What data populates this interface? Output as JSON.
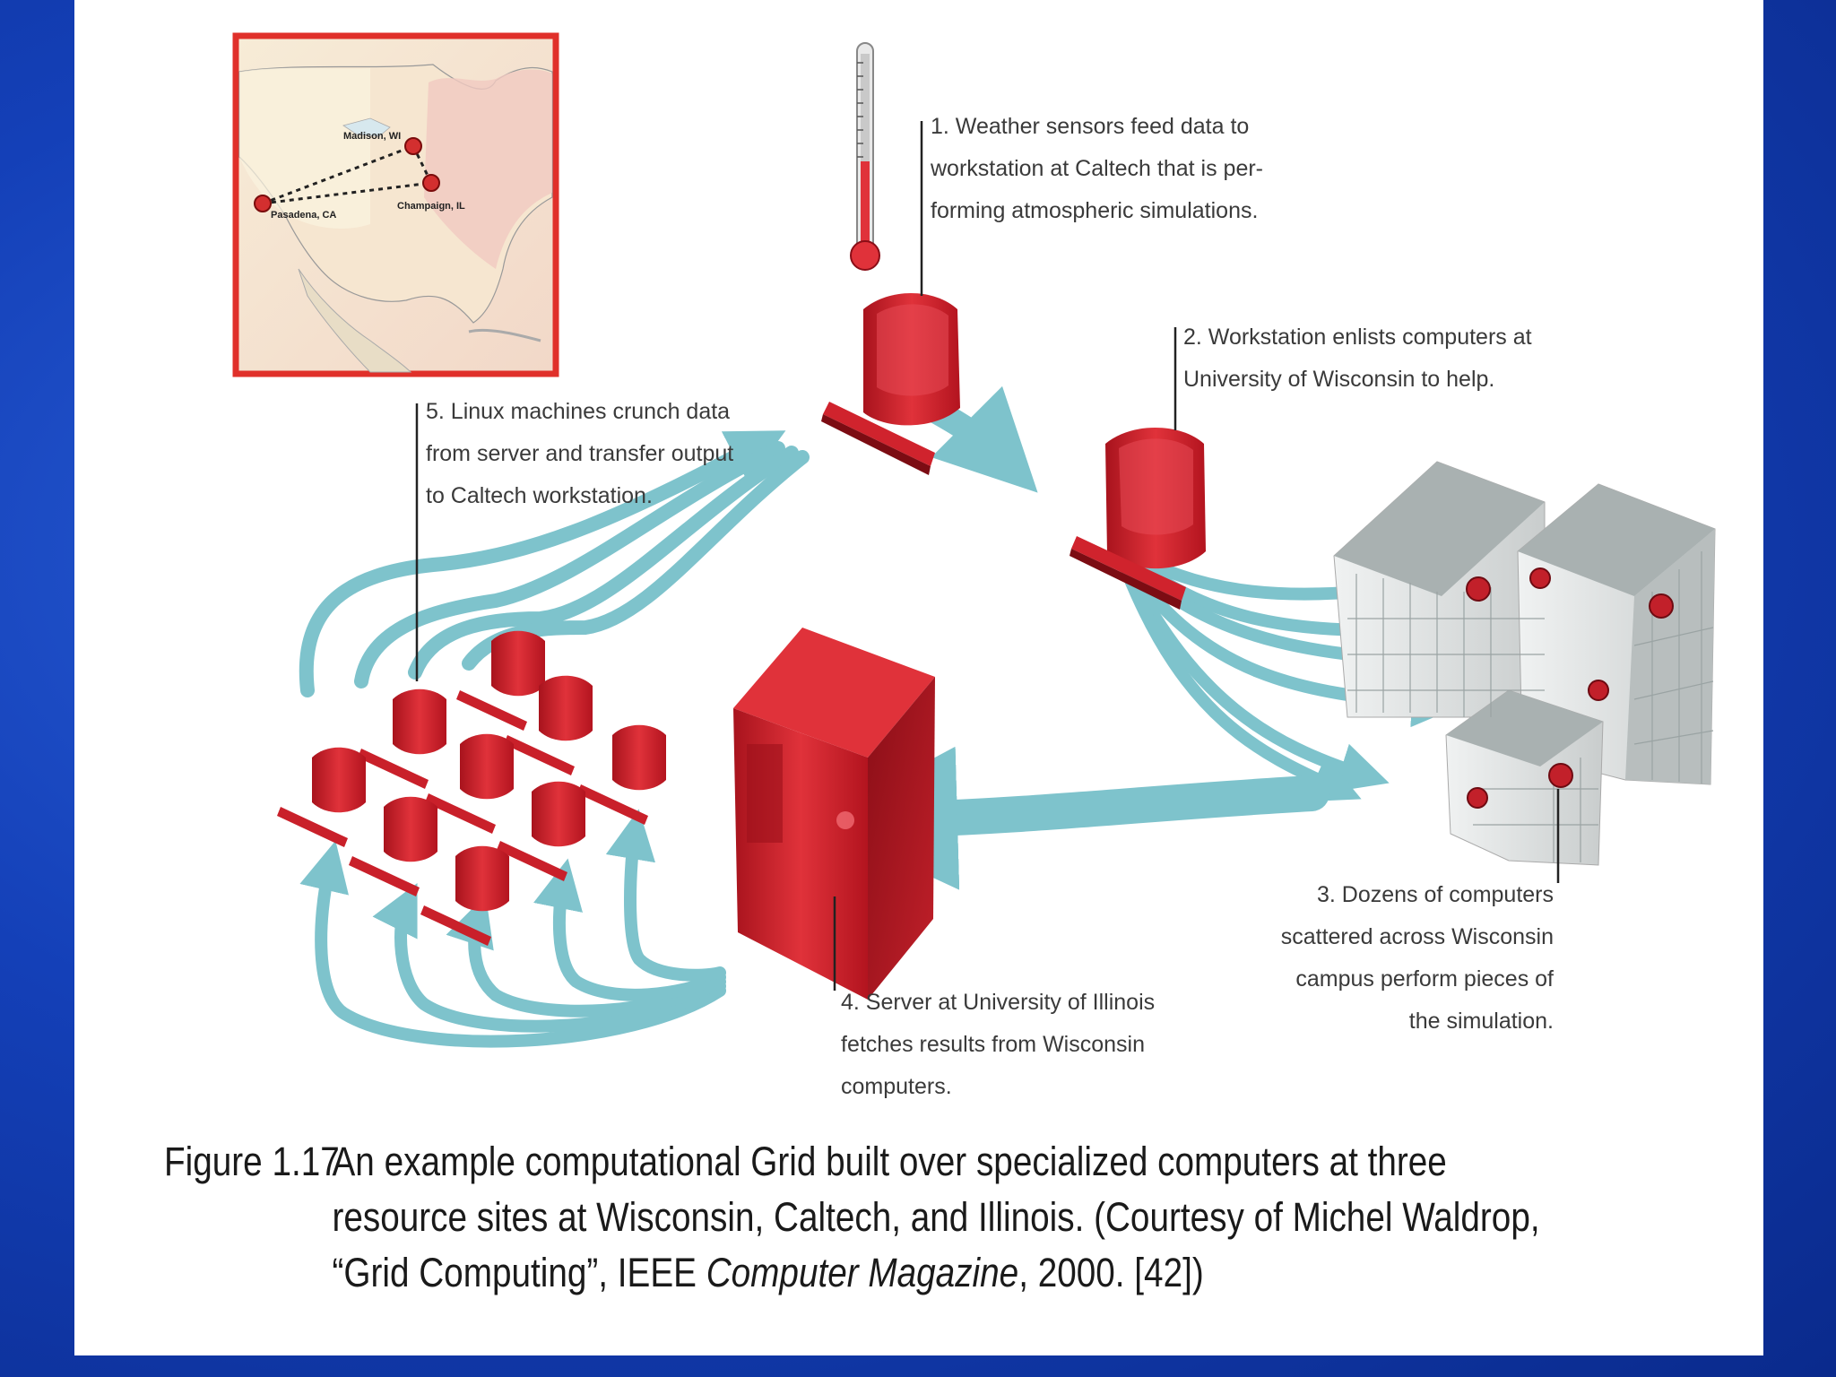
{
  "map": {
    "labels": [
      "Madison, WI",
      "Pasadena, CA",
      "Champaign, IL"
    ]
  },
  "notes": {
    "n1": [
      "1. Weather sensors feed data to",
      "workstation at Caltech that is per-",
      "forming atmospheric simulations."
    ],
    "n2": [
      "2. Workstation enlists computers at",
      "University of Wisconsin to help."
    ],
    "n3": [
      "3. Dozens of computers",
      "scattered across Wisconsin",
      "campus perform pieces of",
      "the simulation."
    ],
    "n4": [
      "4. Server at University of Illinois",
      "fetches results from Wisconsin",
      "computers."
    ],
    "n5": [
      "5. Linux machines crunch data",
      "from server and transfer output",
      "to Caltech workstation."
    ]
  },
  "caption": {
    "number": "Figure 1.17",
    "line1": "An example computational Grid built over specialized computers at three",
    "line2": "resource  sites at Wisconsin, Caltech, and Illinois.  (Courtesy of Michel Waldrop,",
    "line3_pre": "“Grid Computing”, IEEE ",
    "line3_italic": "Computer Magazine",
    "line3_post": ", 2000. [42])"
  },
  "colors": {
    "background": "#1440b8",
    "slide": "#ffffff",
    "machine_red": "#cc1f2a",
    "flow_teal": "#7ec3cc",
    "map_border": "#e0302a"
  }
}
